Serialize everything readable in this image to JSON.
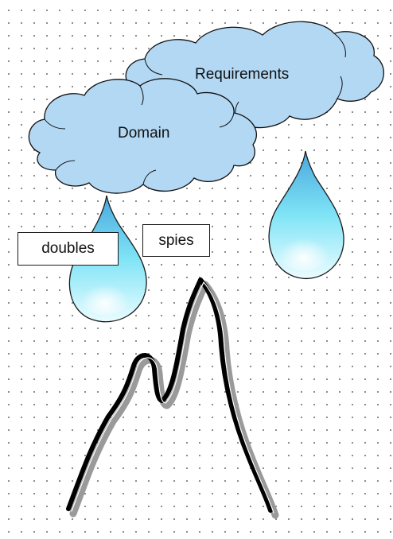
{
  "clouds": {
    "requirements_label": "Requirements",
    "domain_label": "Domain"
  },
  "boxes": {
    "doubles_label": "doubles",
    "spies_label": "spies"
  },
  "colors": {
    "cloud_fill": "#b3d8f4",
    "drop_light": "#eafcff",
    "drop_mid": "#7fe4f6",
    "drop_dark": "#4aa7dd",
    "mountain_stroke": "#000000"
  }
}
